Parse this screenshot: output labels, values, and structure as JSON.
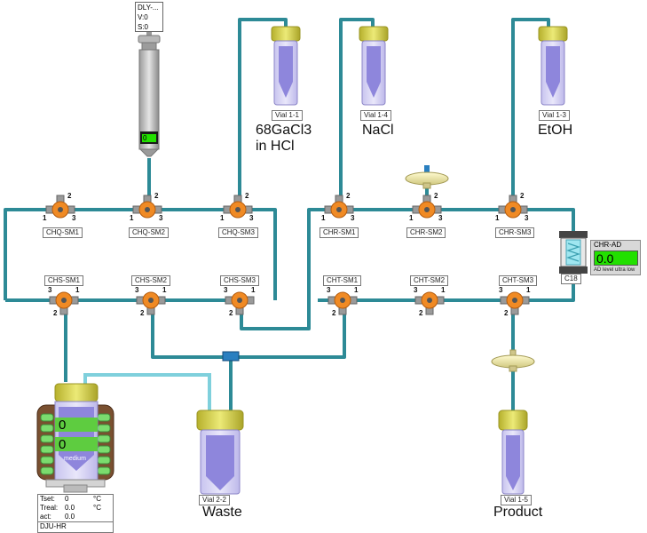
{
  "syringe": {
    "name": "DLY-...",
    "volume": "V:0",
    "speed": "S:0",
    "level": "0"
  },
  "reagents": [
    {
      "vial": "Vial 1-1",
      "line1": "68GaCl3",
      "line2": "in HCl"
    },
    {
      "vial": "Vial 1-4",
      "line1": "NaCl"
    },
    {
      "vial": "Vial 1-3",
      "line1": "EtOH"
    }
  ],
  "valves_top_left": [
    "CHQ-SM1",
    "CHQ-SM2",
    "CHQ-SM3"
  ],
  "valves_top_right": [
    "CHR-SM1",
    "CHR-SM2",
    "CHR-SM3"
  ],
  "valves_bottom_left": [
    "CHS-SM1",
    "CHS-SM2",
    "CHS-SM3"
  ],
  "valves_bottom_right": [
    "CHT-SM1",
    "CHT-SM2",
    "CHT-SM3"
  ],
  "ports": {
    "one": "1",
    "two": "2",
    "three": "3"
  },
  "cartridge": {
    "label": "C18"
  },
  "ad_sensor": {
    "name": "CHR-AD",
    "value": "0.0",
    "status": "AD level ultra low"
  },
  "waste": {
    "vial": "Vial 2-2",
    "label": "Waste"
  },
  "product": {
    "vial": "Vial 1-5",
    "label": "Product"
  },
  "heater": {
    "value1": "0",
    "value2": "0",
    "mode": "medium",
    "tset_label": "Tset:",
    "tset": "0",
    "treal_label": "Treal:",
    "treal": "0.0",
    "act_label": "act:",
    "act": "0.0",
    "unit": "°C",
    "name": "DJU-HR"
  },
  "colors": {
    "tubing": "#2d8a96",
    "tubing_light": "#7fd0dc",
    "valve": "#f08a24",
    "vial_cap": "#d8d244",
    "vial_fill": "#8e86dc",
    "heater": "#7a5030",
    "green": "#22e000"
  }
}
